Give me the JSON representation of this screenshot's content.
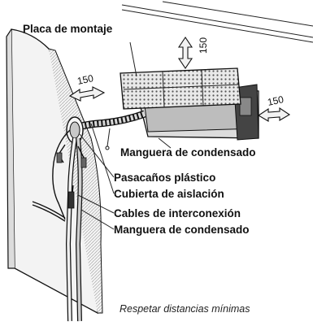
{
  "labels": {
    "mounting_plate": "Placa de montaje",
    "drain_hose_top": "Manguera de condensado",
    "plastic_grommet": "Pasacaños plástico",
    "insulation_cover": "Cubierta de aislación",
    "interconnect_cables": "Cables de interconexión",
    "drain_hose_bottom": "Manguera de condensado",
    "footer_note": "Respetar distancias mínimas"
  },
  "distances": {
    "top": "150",
    "left": "150",
    "right": "150"
  }
}
